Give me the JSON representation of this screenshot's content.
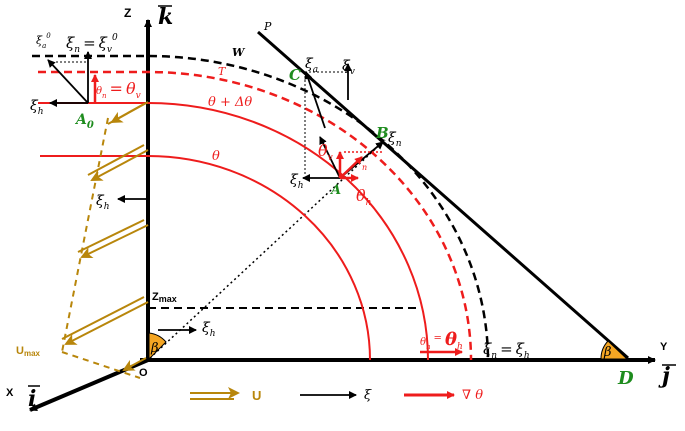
{
  "axes": {
    "z_letter": "Z",
    "k_vec": "k",
    "y_letter": "Y",
    "j_vec": "j",
    "x_letter": "X",
    "i_vec": "i",
    "origin": "O"
  },
  "curves": {
    "w": "W",
    "t": "T",
    "theta_plus": "θ + Δθ",
    "theta": "θ"
  },
  "labels": {
    "p": "P",
    "c": "C",
    "b": "B",
    "a": "A",
    "a0": "A",
    "a0_sub": "0",
    "d": "D",
    "zmax": "Z",
    "zmax_sub": "max",
    "umax": "U",
    "umax_sub": "max",
    "beta": "β",
    "xi": "ξ",
    "sub_a": "a",
    "sub_v": "v",
    "sub_h": "h",
    "sub_n": "n",
    "sup_0": "0",
    "eq": "=",
    "theta_sym": "θ",
    "nabla": "∇ θ"
  },
  "legend": {
    "u": "U",
    "xi": "ξ",
    "grad": "∇ θ"
  },
  "colors": {
    "black": "#000000",
    "red": "#ee1c1c",
    "green": "#1e8c1e",
    "gold": "#b8860b",
    "beta_fill": "#f5a623"
  }
}
